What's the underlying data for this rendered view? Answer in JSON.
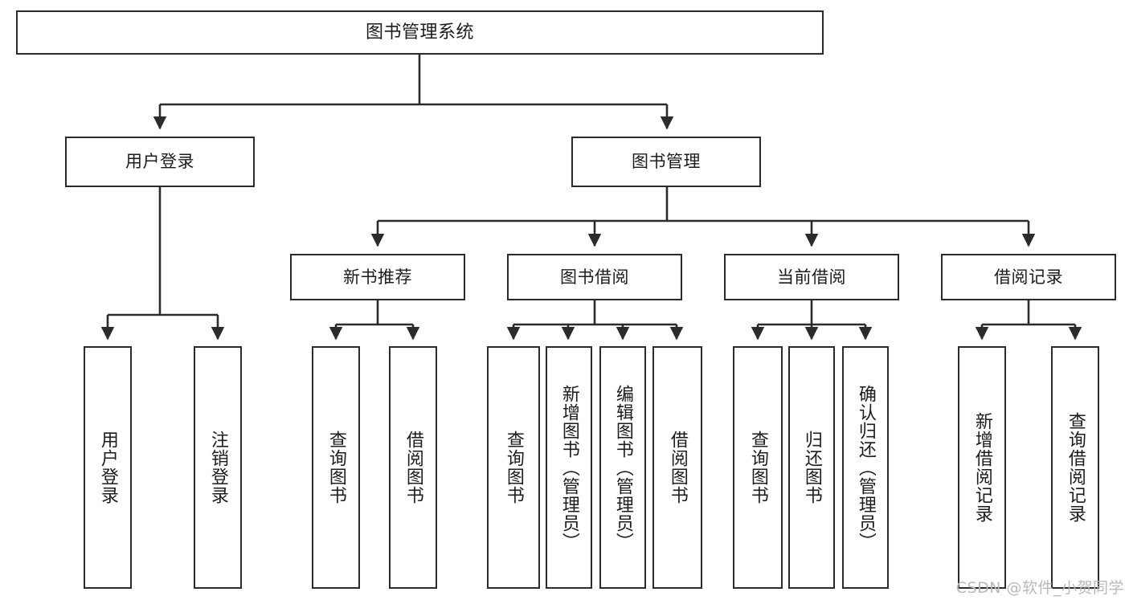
{
  "diagram": {
    "title": "图书管理系统",
    "type": "hierarchy-tree",
    "watermark": "CSDN @软件_小贺同学",
    "colors": {
      "box_border": "#2b2b2b",
      "box_fill": "#ffffff",
      "connector": "#2b2b2b",
      "text": "#1c1c1c",
      "watermark": "#b9b9b9"
    },
    "nodes": {
      "root": {
        "label": "图书管理系统"
      },
      "level2": [
        {
          "id": "user-login",
          "label": "用户登录"
        },
        {
          "id": "book-manage",
          "label": "图书管理"
        }
      ],
      "level3": [
        {
          "id": "new-book-recommend",
          "label": "新书推荐"
        },
        {
          "id": "book-borrow",
          "label": "图书借阅"
        },
        {
          "id": "current-borrow",
          "label": "当前借阅"
        },
        {
          "id": "borrow-record",
          "label": "借阅记录"
        }
      ],
      "leaves": {
        "user-login": [
          {
            "id": "leaf-user-login",
            "label": "用户登录"
          },
          {
            "id": "leaf-user-logout",
            "label": "注销登录"
          }
        ],
        "new-book-recommend": [
          {
            "id": "leaf-query-book-1",
            "label": "查询图书"
          },
          {
            "id": "leaf-borrow-book-1",
            "label": "借阅图书"
          }
        ],
        "book-borrow": [
          {
            "id": "leaf-query-book-2",
            "label": "查询图书"
          },
          {
            "id": "leaf-add-book",
            "label": "新增图书（管理员）"
          },
          {
            "id": "leaf-edit-book",
            "label": "编辑图书（管理员）"
          },
          {
            "id": "leaf-borrow-book-2",
            "label": "借阅图书"
          }
        ],
        "current-borrow": [
          {
            "id": "leaf-query-book-3",
            "label": "查询图书"
          },
          {
            "id": "leaf-return-book",
            "label": "归还图书"
          },
          {
            "id": "leaf-confirm-return",
            "label": "确认归还（管理员）"
          }
        ],
        "borrow-record": [
          {
            "id": "leaf-add-record",
            "label": "新增借阅记录"
          },
          {
            "id": "leaf-query-record",
            "label": "查询借阅记录"
          }
        ]
      }
    }
  }
}
